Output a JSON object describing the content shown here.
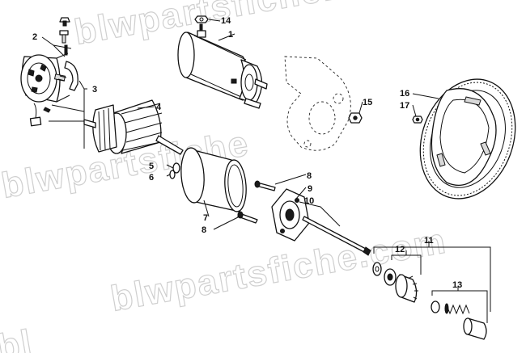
{
  "watermark": {
    "text": "blwpartsfiche.com",
    "text_short": "blwpartsfiche",
    "text_edge": "bl"
  },
  "callouts": [
    {
      "id": "c1",
      "label": "1"
    },
    {
      "id": "c2",
      "label": "2"
    },
    {
      "id": "c3",
      "label": "3"
    },
    {
      "id": "c4",
      "label": "4"
    },
    {
      "id": "c5",
      "label": "5"
    },
    {
      "id": "c6",
      "label": "6"
    },
    {
      "id": "c7",
      "label": "7"
    },
    {
      "id": "c8a",
      "label": "8"
    },
    {
      "id": "c8b",
      "label": "8"
    },
    {
      "id": "c9",
      "label": "9"
    },
    {
      "id": "c10",
      "label": "10"
    },
    {
      "id": "c11",
      "label": "11"
    },
    {
      "id": "c12",
      "label": "12"
    },
    {
      "id": "c13",
      "label": "13"
    },
    {
      "id": "c14",
      "label": "14"
    },
    {
      "id": "c15",
      "label": "15"
    },
    {
      "id": "c16",
      "label": "16"
    },
    {
      "id": "c17",
      "label": "17"
    }
  ]
}
